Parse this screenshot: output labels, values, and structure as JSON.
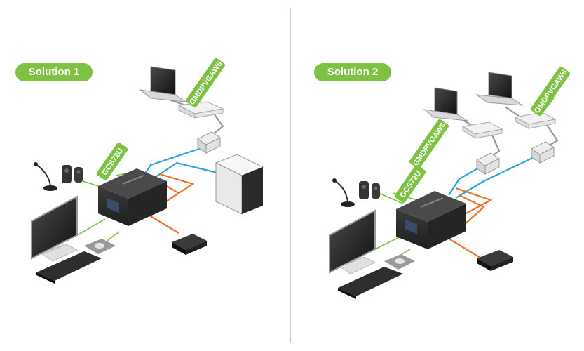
{
  "colors": {
    "accent": "#7dc242",
    "usb_cable": "#29a8d8",
    "audio_cable": "#e8742a",
    "kvm_body": "#2b2b2b",
    "device_gray": "#cfcfcf",
    "divider": "#c8c8c8"
  },
  "panels": [
    {
      "title": "Solution 1",
      "switch_label": "GCS72U",
      "adapter_labels": [
        "GMDPVGAW6"
      ]
    },
    {
      "title": "Solution 2",
      "switch_label": "GCS72U",
      "adapter_labels": [
        "GMDPVGAW6",
        "GMDPVGAW6"
      ]
    }
  ],
  "icons": [
    "laptop-icon",
    "adapter-icon",
    "usb-receiver-icon",
    "desktop-tower-icon",
    "kvm-switch-icon",
    "speaker-icon",
    "microphone-icon",
    "monitor-icon",
    "keyboard-icon",
    "mouse-icon",
    "external-drive-icon"
  ]
}
